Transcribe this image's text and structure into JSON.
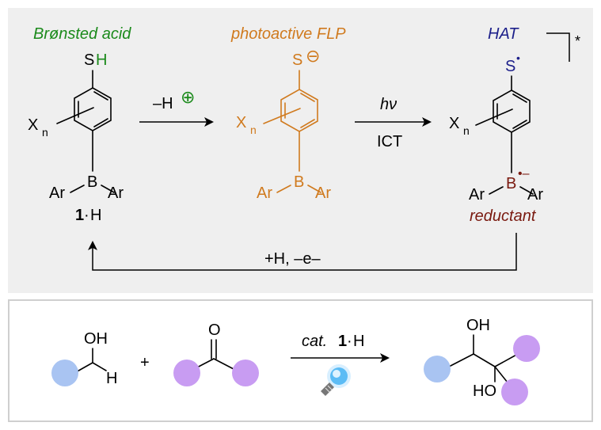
{
  "colors": {
    "green": "#1b8a1b",
    "orange": "#d07a1e",
    "navy": "#1c1f8a",
    "darkred": "#7a1a10",
    "panel_bg": "#efefef",
    "panel_border": "#cfcfcf",
    "blue_ball": "#a9c4f2",
    "purple_ball": "#c89cf2"
  },
  "top": {
    "bronsted": {
      "heading": "Brønsted acid",
      "thiol_S": "S",
      "thiol_H": "H",
      "substituent_X": "X",
      "substituent_sub": "n",
      "boron": "B",
      "ar_left": "Ar",
      "ar_right": "Ar",
      "compound_num": "1",
      "compound_dot": "·",
      "compound_H": "H"
    },
    "step1": {
      "minus_H": "–H",
      "charge": "⊕"
    },
    "flp": {
      "heading": "photoactive FLP",
      "sulfur": "S",
      "charge": "⊖",
      "substituent_X": "X",
      "substituent_sub": "n",
      "boron": "B",
      "ar_left": "Ar",
      "ar_right": "Ar"
    },
    "step2": {
      "hv": "hν",
      "ict": "ICT"
    },
    "hat": {
      "heading": "HAT",
      "sulfur": "S",
      "radical": "•",
      "star": "*",
      "substituent_X": "X",
      "substituent_sub": "n",
      "boron": "B",
      "boron_charge": "•–",
      "ar_left": "Ar",
      "ar_right": "Ar",
      "role": "reductant"
    },
    "return_label": "+H, –e–"
  },
  "bottom": {
    "alcohol_OH": "OH",
    "alcohol_H": "H",
    "plus": "+",
    "ketone_O": "O",
    "catalyst_prefix": "cat.",
    "catalyst_num": "1",
    "catalyst_dot": "·",
    "catalyst_H": "H",
    "product_OH_top": "OH",
    "product_HO_bottom": "HO"
  }
}
